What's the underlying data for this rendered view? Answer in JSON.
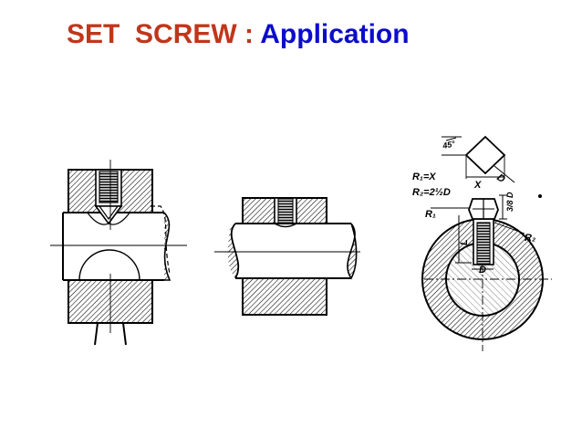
{
  "title": {
    "prefix": "SET  SCREW :",
    "suffix": "Application",
    "prefix_color": "#c0361b",
    "suffix_color": "#0c0ccc"
  },
  "drawing3_labels": {
    "angle": "45°",
    "r1_def": "R₁=X",
    "r2_def": "R₂=2½D",
    "x_dim": "X",
    "d_dim": "D",
    "d_bore": "D",
    "depth_dim": "3/8 D",
    "l_dim": "L",
    "r1": "R₁",
    "r2": "R₂"
  },
  "drawing_names": [
    "collar-with-conical-point",
    "hub-on-shaft",
    "collar-with-flat-point-section"
  ]
}
